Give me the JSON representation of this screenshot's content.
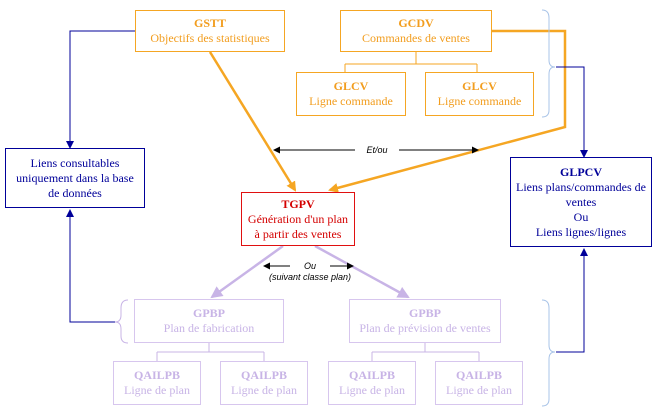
{
  "boxes": {
    "gstt": {
      "title": "GSTT",
      "subtitle": "Objectifs des statistiques"
    },
    "gcdv": {
      "title": "GCDV",
      "subtitle": "Commandes de ventes"
    },
    "glcv_1": {
      "title": "GLCV",
      "subtitle": "Ligne commande"
    },
    "glcv_2": {
      "title": "GLCV",
      "subtitle": "Ligne commande"
    },
    "liens": {
      "text": "Liens consultables uniquement dans la base de données"
    },
    "tgpv": {
      "title": "TGPV",
      "subtitle": "Génération d'un plan à partir des ventes"
    },
    "glpcv": {
      "title": "GLPCV",
      "line1": "Liens plans/commandes de ventes",
      "line2": "Ou",
      "line3": "Liens lignes/lignes"
    },
    "gpbp_1": {
      "title": "GPBP",
      "subtitle": "Plan de fabrication"
    },
    "gpbp_2": {
      "title": "GPBP",
      "subtitle": "Plan de prévision de ventes"
    },
    "qailpb_1": {
      "title": "QAILPB",
      "subtitle": "Ligne de plan"
    },
    "qailpb_2": {
      "title": "QAILPB",
      "subtitle": "Ligne de plan"
    },
    "qailpb_3": {
      "title": "QAILPB",
      "subtitle": "Ligne de plan"
    },
    "qailpb_4": {
      "title": "QAILPB",
      "subtitle": "Ligne de plan"
    }
  },
  "labels": {
    "etou": "Et/ou",
    "ou": "Ou",
    "ou_note": "(suivant classe plan)"
  },
  "colors": {
    "orange": "#f5a623",
    "red": "#e01010",
    "blue": "#000099",
    "lilac": "#c8b4e6",
    "brace": "#a9c4e8"
  }
}
